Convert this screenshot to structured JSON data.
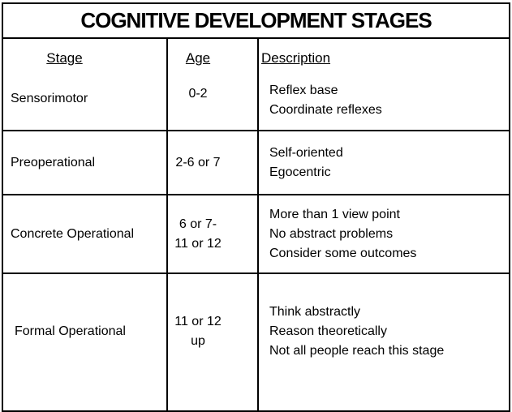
{
  "title": "COGNITIVE DEVELOPMENT STAGES",
  "headers": {
    "stage": "Stage",
    "age": "Age",
    "description": "Description"
  },
  "rows": [
    {
      "stage": "Sensorimotor",
      "age": [
        "0-2"
      ],
      "description": [
        "Reflex base",
        "Coordinate reflexes"
      ]
    },
    {
      "stage": "Preoperational",
      "age": [
        "2-6 or 7"
      ],
      "description": [
        "Self-oriented",
        "Egocentric"
      ]
    },
    {
      "stage": "Concrete Operational",
      "age": [
        "6 or 7-",
        "11 or 12"
      ],
      "description": [
        "More than 1 view point",
        "No abstract problems",
        "Consider some outcomes"
      ]
    },
    {
      "stage": "Formal Operational",
      "age": [
        "11 or 12",
        "up"
      ],
      "description": [
        "Think abstractly",
        "Reason theoretically",
        "Not all people reach this stage"
      ]
    }
  ],
  "colors": {
    "border": "#000000",
    "background": "#ffffff",
    "text": "#000000"
  }
}
